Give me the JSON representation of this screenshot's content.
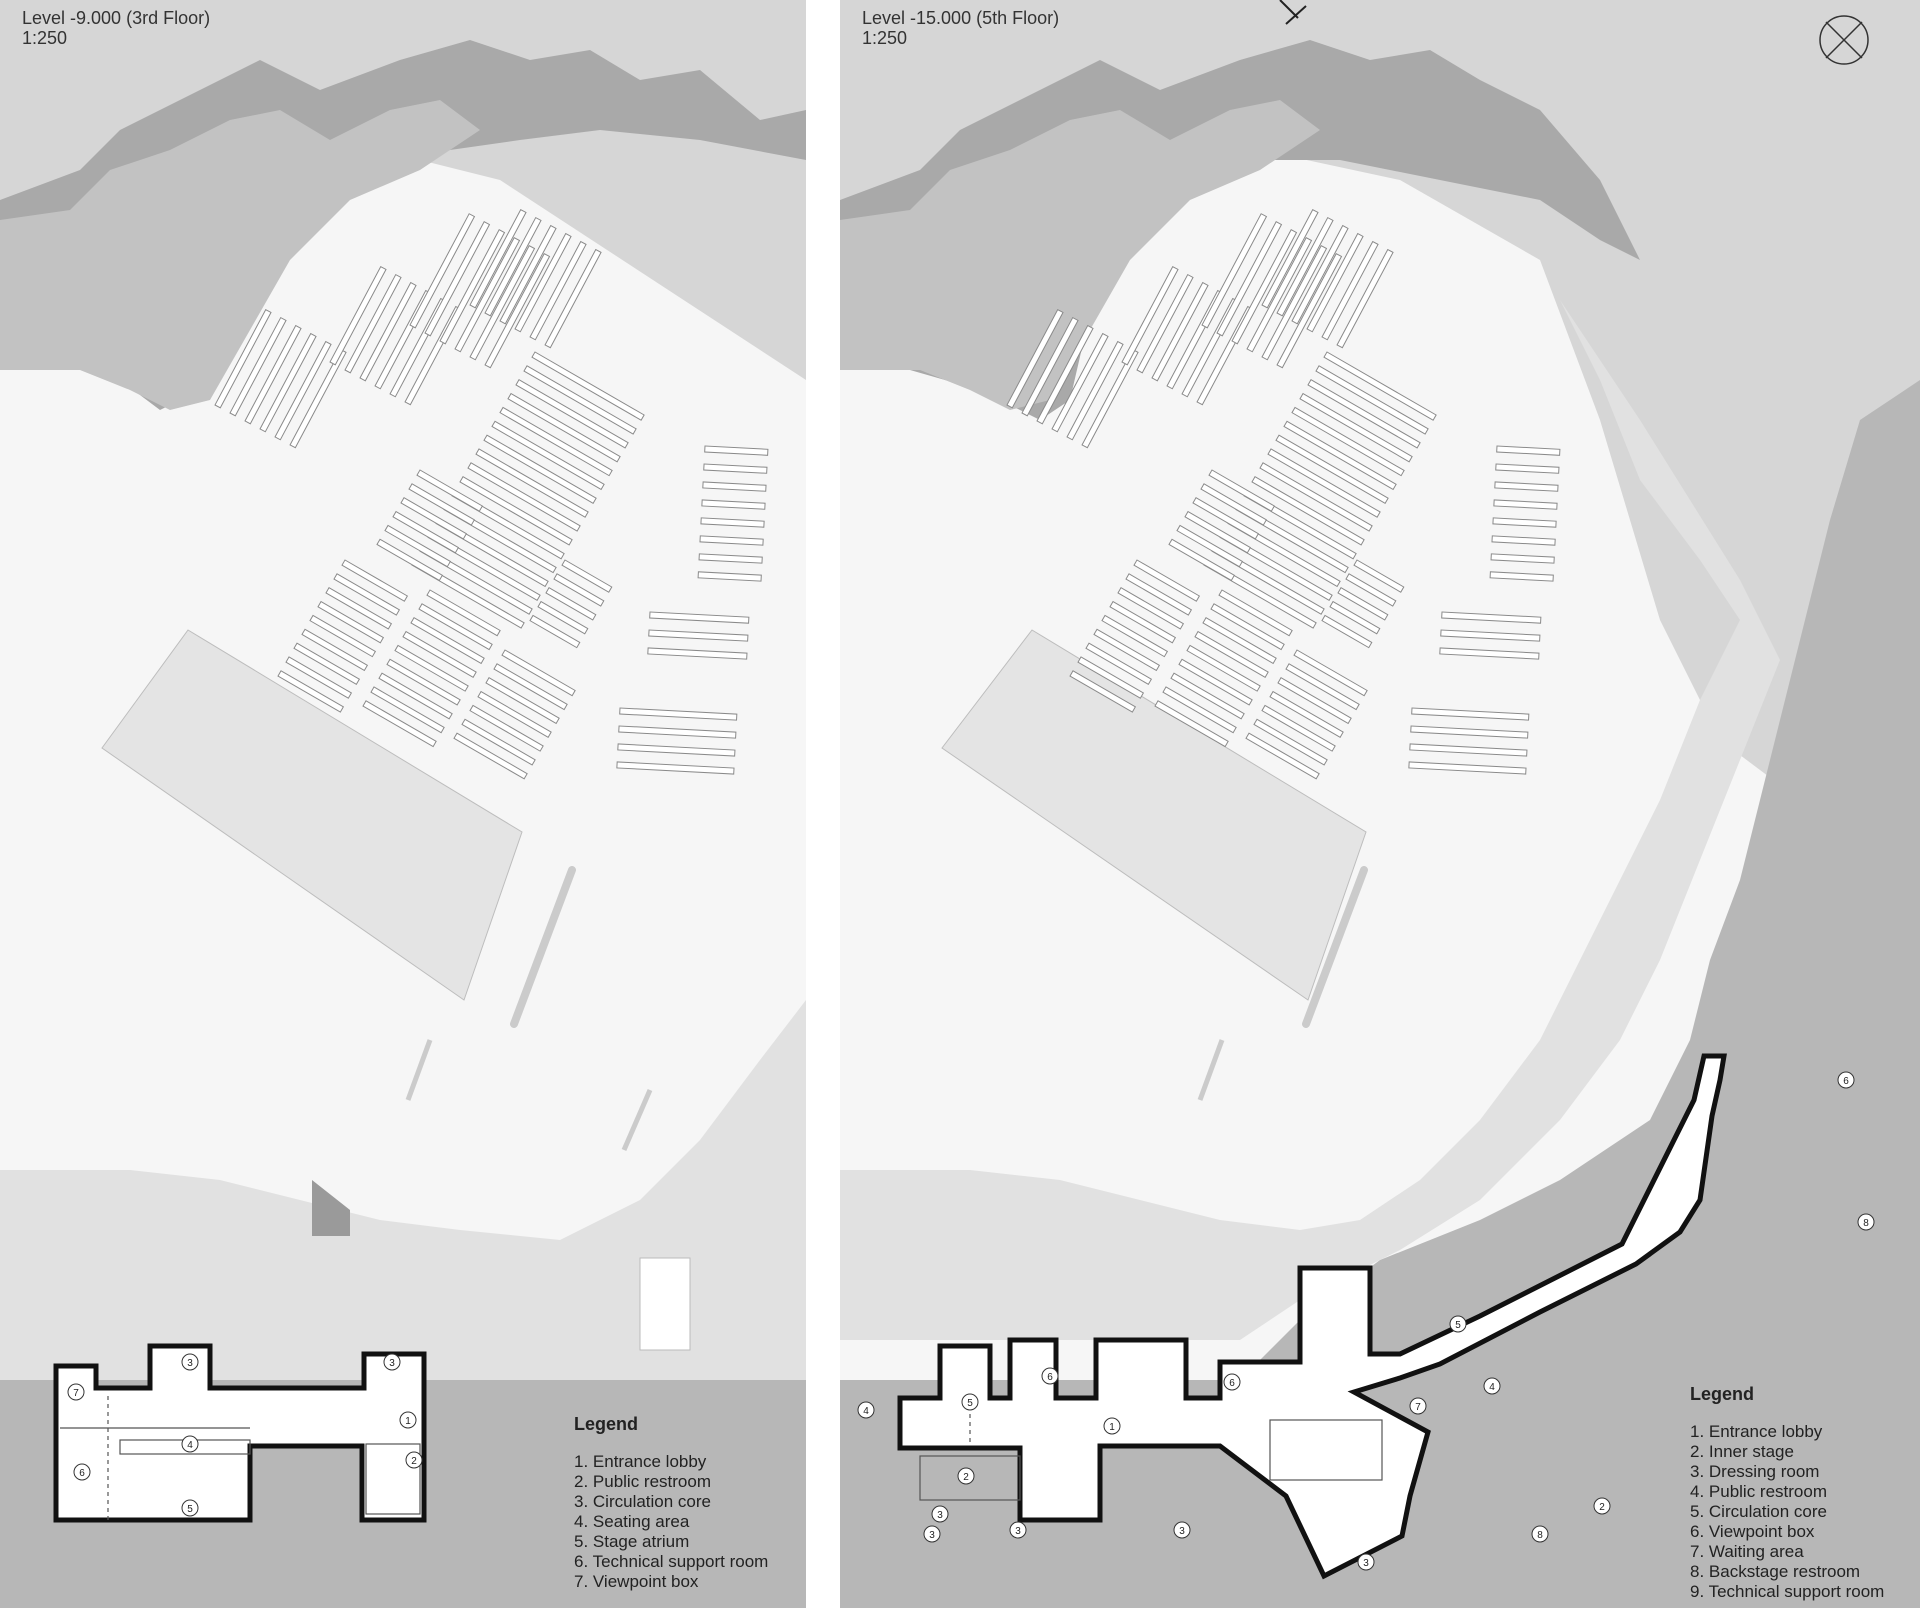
{
  "left_plan": {
    "level": "Level -9.000 (3rd Floor)",
    "scale": "1:250",
    "legend_title": "Legend",
    "legend_items": [
      "1. Entrance lobby",
      "2. Public restroom",
      "3. Circulation core",
      "4. Seating area",
      "5. Stage atrium",
      "6. Technical support room",
      "7. Viewpoint box"
    ],
    "room_tags": [
      "1",
      "2",
      "3",
      "3",
      "4",
      "5",
      "6",
      "7"
    ]
  },
  "right_plan": {
    "level": "Level -15.000 (5th Floor)",
    "scale": "1:250",
    "legend_title": "Legend",
    "legend_items": [
      "1. Entrance lobby",
      "2. Inner stage",
      "3. Dressing room",
      "4. Public restroom",
      "5. Circulation core",
      "6. Viewpoint box",
      "7. Waiting area",
      "8. Backstage restroom",
      "9. Technical support room"
    ],
    "room_tags": [
      "1",
      "2",
      "2",
      "3",
      "3",
      "3",
      "3",
      "3",
      "4",
      "4",
      "5",
      "5",
      "6",
      "6",
      "6",
      "7",
      "8",
      "8"
    ]
  },
  "colors": {
    "terrain_dark": "#b4b4b4",
    "terrain_mid": "#c9c9c9",
    "terrain_light": "#e2e2e2",
    "floor": "#f6f6f6",
    "stage": "#e6e6e6",
    "wall": "#111111"
  }
}
